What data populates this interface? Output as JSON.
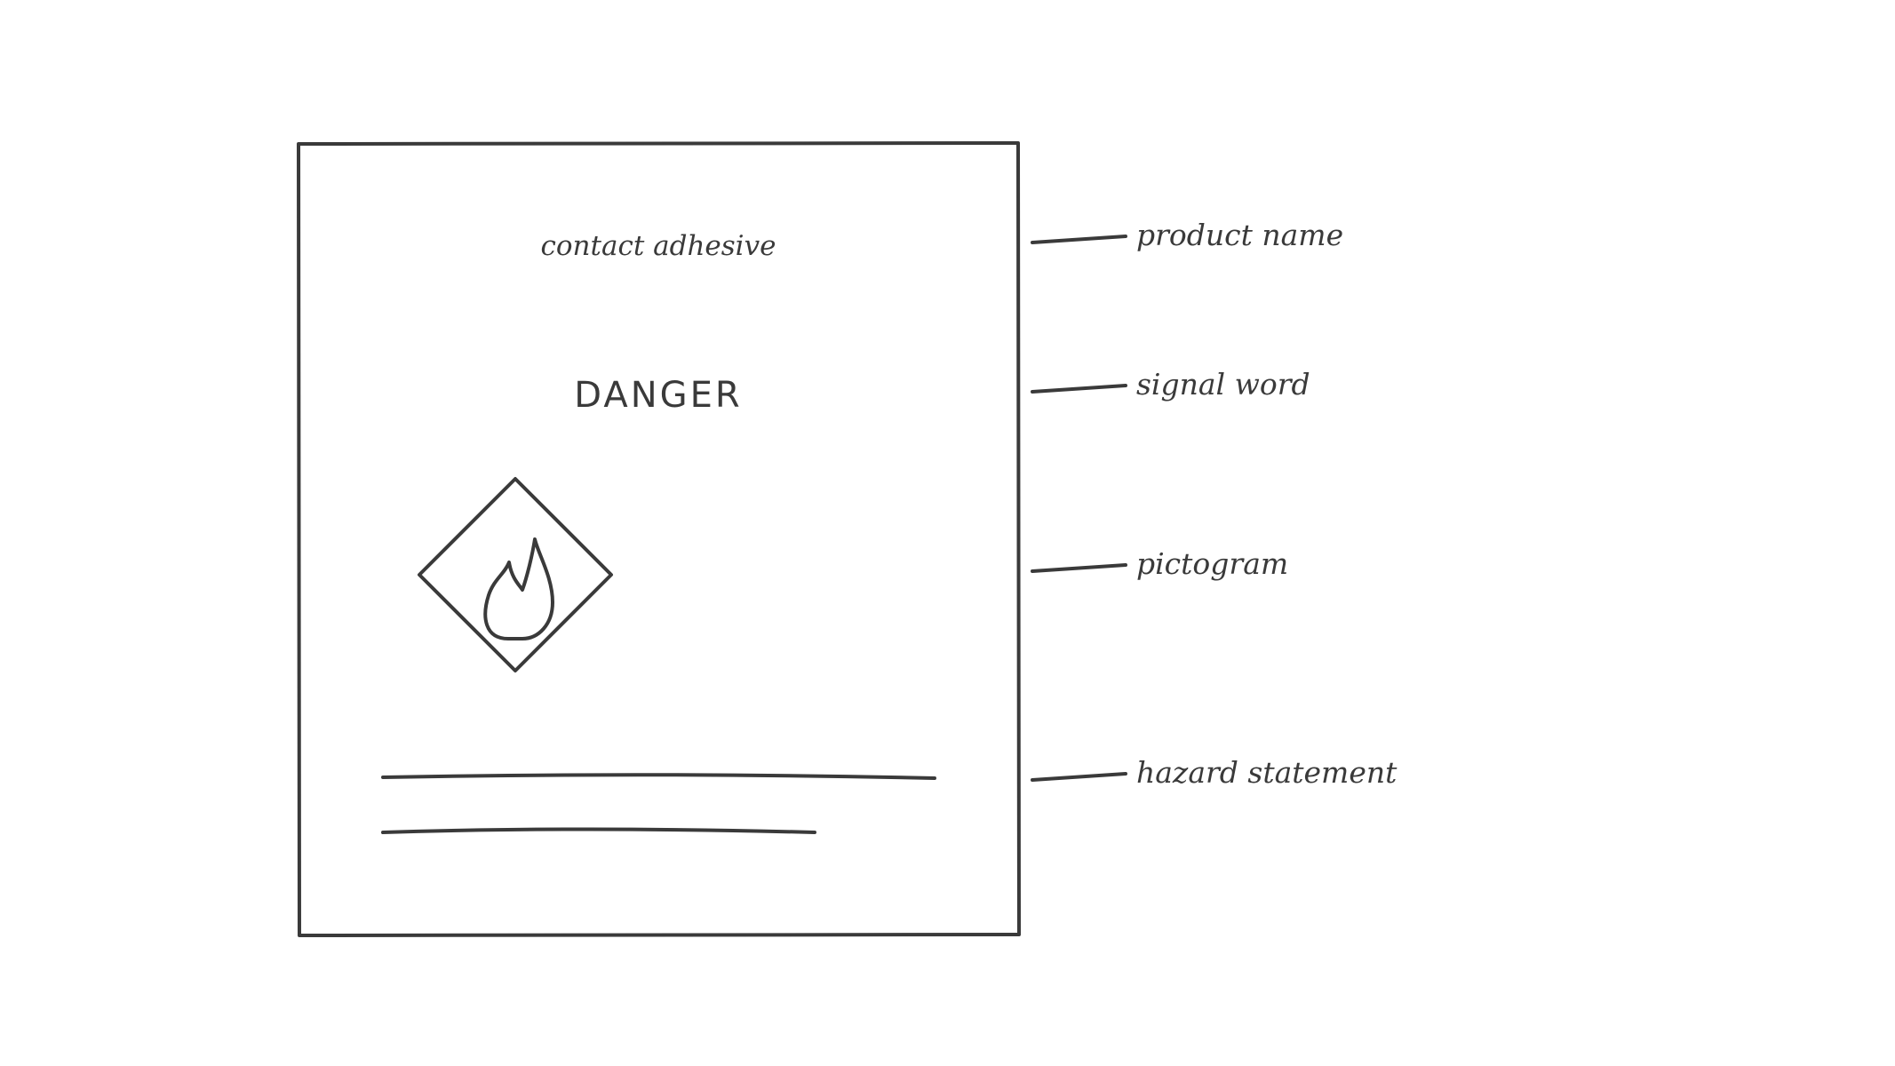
{
  "label": {
    "product_name": "contact adhesive",
    "signal_word": "DANGER",
    "pictogram_icon": "flame-icon"
  },
  "annotations": [
    {
      "key": "product-name",
      "text": "product name"
    },
    {
      "key": "signal-word",
      "text": "signal word"
    },
    {
      "key": "pictogram",
      "text": "pictogram"
    },
    {
      "key": "hazard-statement",
      "text": "hazard statement"
    }
  ],
  "colors": {
    "ink": "#3a3a3a",
    "background": "#ffffff"
  }
}
